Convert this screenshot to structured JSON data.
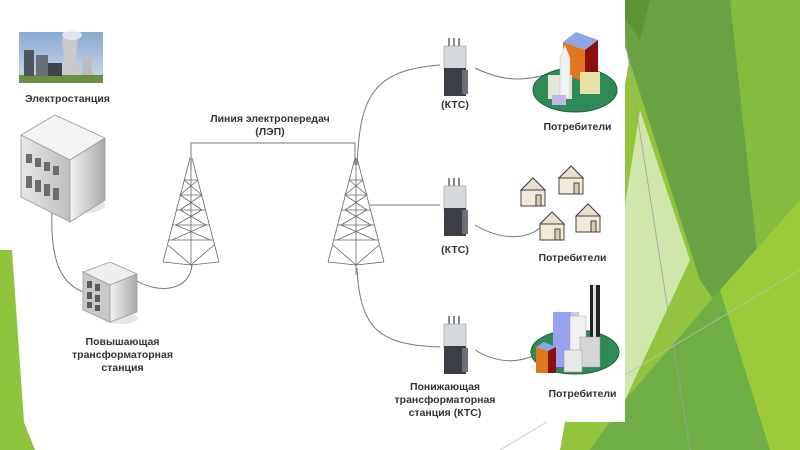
{
  "slide": {
    "theme_colors": {
      "dark_green": "#5e9a3c",
      "mid_green": "#76b043",
      "light_green": "#9ccb3b",
      "pale_green": "#d6e9b4"
    }
  },
  "diagram": {
    "power_plant": {
      "label": "Электростанция"
    },
    "step_up_station": {
      "line1": "Повышающая",
      "line2": "трансформаторная",
      "line3": "станция"
    },
    "power_line": {
      "line1": "Линия электропередач",
      "line2": "(ЛЭП)"
    },
    "substations": [
      {
        "label": "(КТС)"
      },
      {
        "label": "(КТС)"
      },
      {
        "line1": "Понижающая",
        "line2": "трансформаторная",
        "line3": "станция (КТС)"
      }
    ],
    "consumers": [
      {
        "label": "Потребители",
        "type": "town"
      },
      {
        "label": "Потребители",
        "type": "houses"
      },
      {
        "label": "Потребители",
        "type": "city"
      }
    ]
  }
}
